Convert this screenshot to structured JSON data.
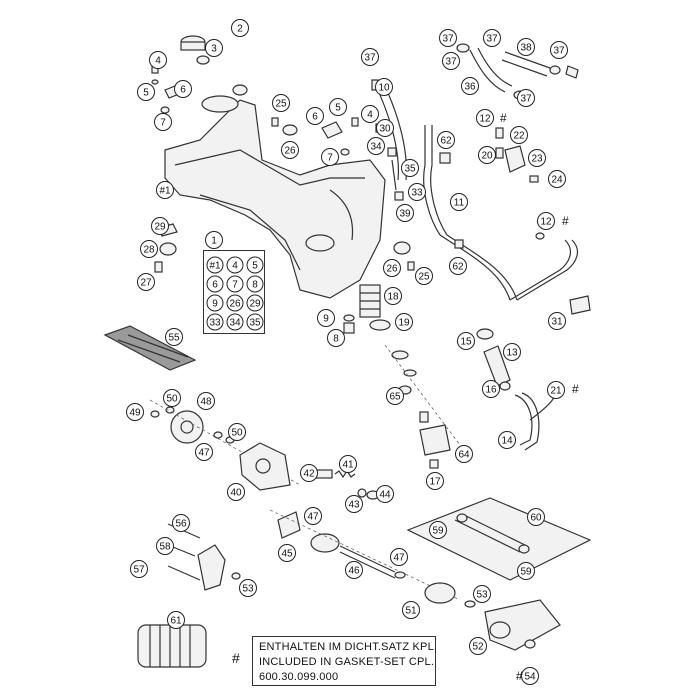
{
  "note": {
    "marker": "#",
    "lines": [
      "ENTHALTEN IM DICHT.SATZ KPL.",
      "INCLUDED IN GASKET-SET CPL.",
      "600.30.099.000"
    ]
  },
  "legend": {
    "title": "1",
    "items": [
      "#1",
      "4",
      "5",
      "6",
      "7",
      "8",
      "9",
      "26",
      "29",
      "33",
      "34",
      "35"
    ]
  },
  "callouts": {
    "c2": "2",
    "c3": "3",
    "c4a": "4",
    "c5a": "5",
    "c6a": "6",
    "c7a": "7",
    "c25a": "25",
    "c26a": "26",
    "c6b": "6",
    "c5b": "5",
    "c4b": "4",
    "c7b": "7",
    "c37a": "37",
    "c10": "10",
    "c30": "30",
    "c34": "34",
    "c35": "35",
    "c33": "33",
    "c39": "39",
    "c11": "11",
    "c1": "#1",
    "c37b": "37",
    "c37c": "37",
    "c38": "38",
    "c37d": "37",
    "c37e": "37",
    "c36": "36",
    "c37f": "37",
    "c12a": "12",
    "c62a": "62",
    "c22": "22",
    "c20": "20",
    "c23": "23",
    "c24": "24",
    "c12b": "12",
    "c62b": "62",
    "c29": "29",
    "c28": "28",
    "c27": "27",
    "c26b": "26",
    "c25b": "25",
    "c18": "18",
    "c9": "9",
    "c8": "8",
    "c19": "19",
    "c31": "31",
    "c55": "55",
    "c15": "15",
    "c13": "13",
    "c16": "16",
    "c21": "21",
    "c14": "14",
    "c65": "65",
    "c64": "64",
    "c17": "17",
    "c50a": "50",
    "c48": "48",
    "c49": "49",
    "c50b": "50",
    "c47a": "47",
    "c40": "40",
    "c42": "42",
    "c41": "41",
    "c43": "43",
    "c44": "44",
    "c47b": "47",
    "c45": "45",
    "c46": "46",
    "c47c": "47",
    "c56": "56",
    "c58": "58",
    "c57": "57",
    "c53a": "53",
    "c60": "60",
    "c59a": "59",
    "c59b": "59",
    "c51": "51",
    "c53b": "53",
    "c52": "52",
    "c54": "54",
    "c61": "61"
  },
  "hash_marks": {
    "h12a": "#",
    "h12b": "#",
    "h21": "#",
    "h54": "#"
  }
}
